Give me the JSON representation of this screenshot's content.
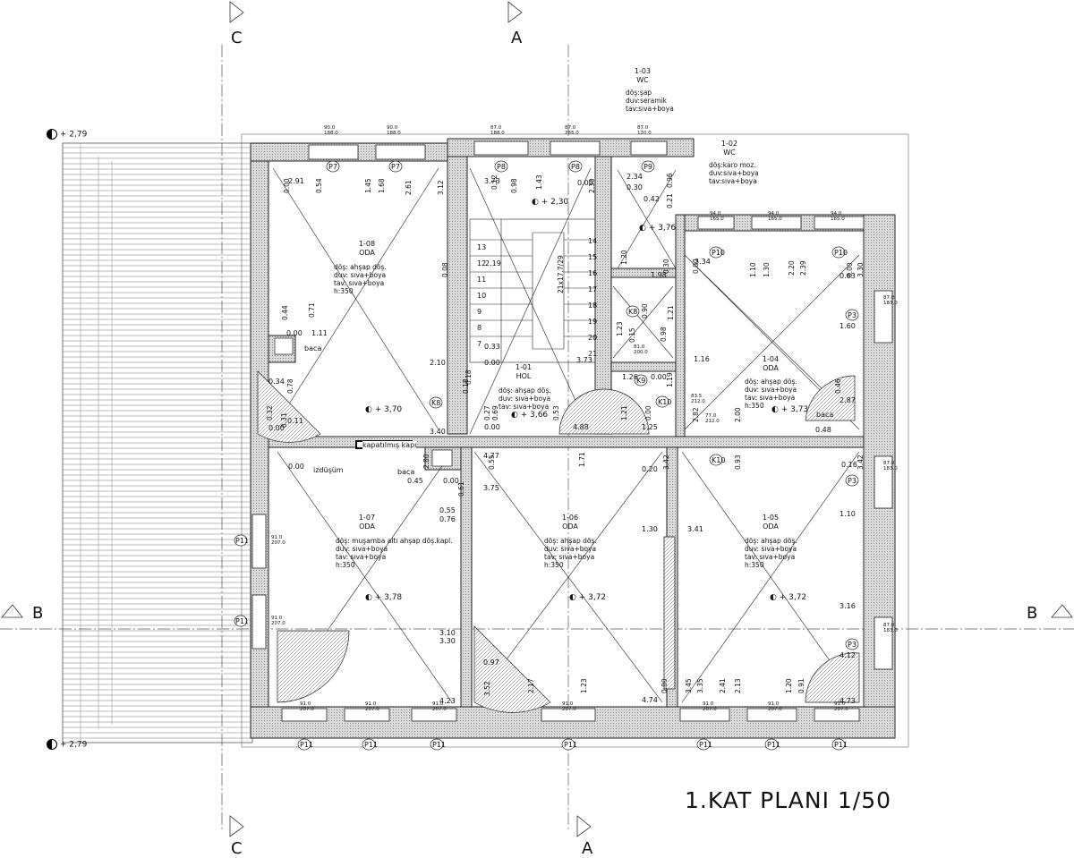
{
  "drawing_title": "1.KAT PLANI 1/50",
  "section_marks": {
    "A": "A",
    "B": "B",
    "C": "C"
  },
  "levels": {
    "top_left": "+ 2,79",
    "bottom_left": "+ 2,79",
    "room_108": "+ 3,70",
    "room_101": "+ 3,66",
    "stair": "+ 2,30",
    "wc_102": "+ 3,76",
    "room_104": "+ 3,73",
    "room_107": "+ 3,78",
    "room_106": "+ 3,72",
    "room_105": "+ 3,72"
  },
  "rooms": [
    {
      "id": "r108",
      "number": "1-08",
      "name": "ODA",
      "finishes": [
        "döş: ahşap döş.",
        "duv: sıva+boya",
        "tav: sıva+boya",
        "h:350"
      ]
    },
    {
      "id": "r107",
      "number": "1-07",
      "name": "ODA",
      "finishes": [
        "döş: muşamba altı ahşap döş.kapl.",
        "duv: sıva+boya",
        "tav: sıva+boya",
        "h:350"
      ]
    },
    {
      "id": "r106",
      "number": "1-06",
      "name": "ODA",
      "finishes": [
        "döş: ahşap döş.",
        "duv: sıva+boya",
        "tav: sıva+boya",
        "h:350"
      ]
    },
    {
      "id": "r105",
      "number": "1-05",
      "name": "ODA",
      "finishes": [
        "döş: ahşap döş.",
        "duv: sıva+boya",
        "tav: sıva+boya",
        "h:350"
      ]
    },
    {
      "id": "r104",
      "number": "1-04",
      "name": "ODA",
      "finishes": [
        "döş: ahşap döş.",
        "duv: sıva+boya",
        "tav: sıva+boya",
        "h:350"
      ]
    },
    {
      "id": "r101",
      "number": "1-01",
      "name": "HOL",
      "finishes": [
        "döş: ahşap döş.",
        "duv: sıva+boya",
        "tav: sıva+boya"
      ]
    },
    {
      "id": "r103",
      "number": "1-03",
      "name": "WC",
      "finishes": [
        "döş:şap",
        "duv:seramik",
        "tav:sıva+boya"
      ]
    },
    {
      "id": "r102",
      "number": "1-02",
      "name": "WC",
      "finishes": [
        "döş:karo moz.",
        "duv:sıva+boya",
        "tav:sıva+boya"
      ]
    }
  ],
  "notes": {
    "kapatilmis": "kapatılmış kapı",
    "izdusum": "izdüşüm",
    "baca1": "baca",
    "baca2": "baca",
    "baca3": "baca",
    "stair_spec": "21x17.7/29"
  },
  "stair_numbers_left": [
    "13",
    "12",
    "11",
    "10",
    "9",
    "8",
    "7"
  ],
  "stair_numbers_right": [
    "14",
    "15",
    "16",
    "17",
    "18",
    "19",
    "20",
    "21"
  ],
  "dims": [
    "2.91",
    "0.54",
    "1.45",
    "1.68",
    "2.61",
    "3.12",
    "0.00",
    "0.08",
    "0.44",
    "0.00",
    "0.71",
    "1.11",
    "0.34",
    "0.78",
    "0.32",
    "0.31",
    "0.11",
    "0.00",
    "3.40",
    "2.10",
    "3.73",
    "0.12",
    "0.98",
    "1.43",
    "0.00",
    "2.30",
    "2.19",
    "0.33",
    "0.00",
    "3.73",
    "0.18",
    "0.18",
    "0.27",
    "0.69",
    "0.00",
    "0.53",
    "4.88",
    "1.21",
    "1.25",
    "0.00",
    "2.34",
    "0.30",
    "0.42",
    "0.21",
    "0.96",
    "1.20",
    "1.98",
    "0.30",
    "0.90",
    "1.21",
    "1.23",
    "0.15",
    "0.98",
    "1.26",
    "0.00",
    "1.19",
    "1.16",
    "3.34",
    "0.00",
    "1.10",
    "1.30",
    "2.20",
    "2.39",
    "0.00",
    "3.30",
    "0.63",
    "1.60",
    "0.46",
    "2.87",
    "0.48",
    "2.00",
    "2.82",
    "4.77",
    "0.55",
    "3.75",
    "1.71",
    "0.20",
    "3.42",
    "1.30",
    "3.41",
    "0.97",
    "3.52",
    "2.17",
    "1.23",
    "4.74",
    "0.00",
    "0.45",
    "0.00",
    "0.61",
    "0.55",
    "0.76",
    "2.80",
    "0.00",
    "3.10",
    "3.30",
    "4.23",
    "0.93",
    "0.16",
    "3.42",
    "1.10",
    "3.16",
    "4.12",
    "4.73",
    "2.41",
    "2.13",
    "1.20",
    "0.91",
    "3.45",
    "3.35"
  ],
  "window_tags": [
    "P7",
    "P7",
    "P8",
    "P8",
    "P9",
    "P10",
    "P10",
    "P3",
    "P3",
    "P3",
    "P11",
    "P11",
    "P11",
    "P11",
    "P11",
    "P11",
    "P11",
    "P11",
    "P11",
    "K8",
    "K8",
    "K9",
    "K10",
    "K10"
  ],
  "window_dims": [
    "90.0 / 188.0",
    "90.0 / 188.0",
    "87.0 / 188.0",
    "87.0 / 285.0",
    "87.0 / 120.0",
    "94.0 / 165.0",
    "94.0 / 165.0",
    "94.0 / 165.0",
    "87.0 / 183.0",
    "87.0 / 183.0",
    "87.0 / 183.0",
    "91.0 / 207.0",
    "91.0 / 207.0",
    "91.0 / 207.0",
    "91.0 / 207.0",
    "91.0 / 207.0",
    "91.0 / 207.0",
    "91.0 / 207.0",
    "91.0 / 207.0",
    "91.0 / 207.0",
    "83.5 / 212.0",
    "81.0 / 200.0",
    "77.0 / 212.0"
  ]
}
